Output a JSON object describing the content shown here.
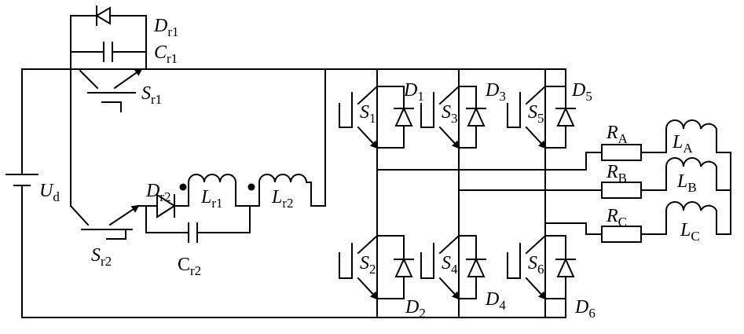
{
  "labels": {
    "dr1": {
      "main": "D",
      "sub": "r1"
    },
    "cr1": {
      "main": "C",
      "sub": "r1"
    },
    "sr1": {
      "main": "S",
      "sub": "r1"
    },
    "ud": {
      "main": "U",
      "sub": "d"
    },
    "dr2": {
      "main": "D",
      "sub": "r2"
    },
    "lr1": {
      "main": "L",
      "sub": "r1"
    },
    "lr2": {
      "main": "L",
      "sub": "r2"
    },
    "sr2": {
      "main": "S",
      "sub": "r2"
    },
    "cr2": {
      "main": "C",
      "sub": "r2"
    },
    "s1": {
      "main": "S",
      "sub": "1"
    },
    "d1": {
      "main": "D",
      "sub": "1"
    },
    "s3": {
      "main": "S",
      "sub": "3"
    },
    "d3": {
      "main": "D",
      "sub": "3"
    },
    "s5": {
      "main": "S",
      "sub": "5"
    },
    "d5": {
      "main": "D",
      "sub": "5"
    },
    "s2": {
      "main": "S",
      "sub": "2"
    },
    "d2": {
      "main": "D",
      "sub": "2"
    },
    "s4": {
      "main": "S",
      "sub": "4"
    },
    "d4": {
      "main": "D",
      "sub": "4"
    },
    "s6": {
      "main": "S",
      "sub": "6"
    },
    "d6": {
      "main": "D",
      "sub": "6"
    },
    "ra": {
      "main": "R",
      "sub": "A"
    },
    "rb": {
      "main": "R",
      "sub": "B"
    },
    "rc": {
      "main": "R",
      "sub": "C"
    },
    "la": {
      "main": "L",
      "sub": "A"
    },
    "lb": {
      "main": "L",
      "sub": "B"
    },
    "lc": {
      "main": "L",
      "sub": "C"
    }
  }
}
